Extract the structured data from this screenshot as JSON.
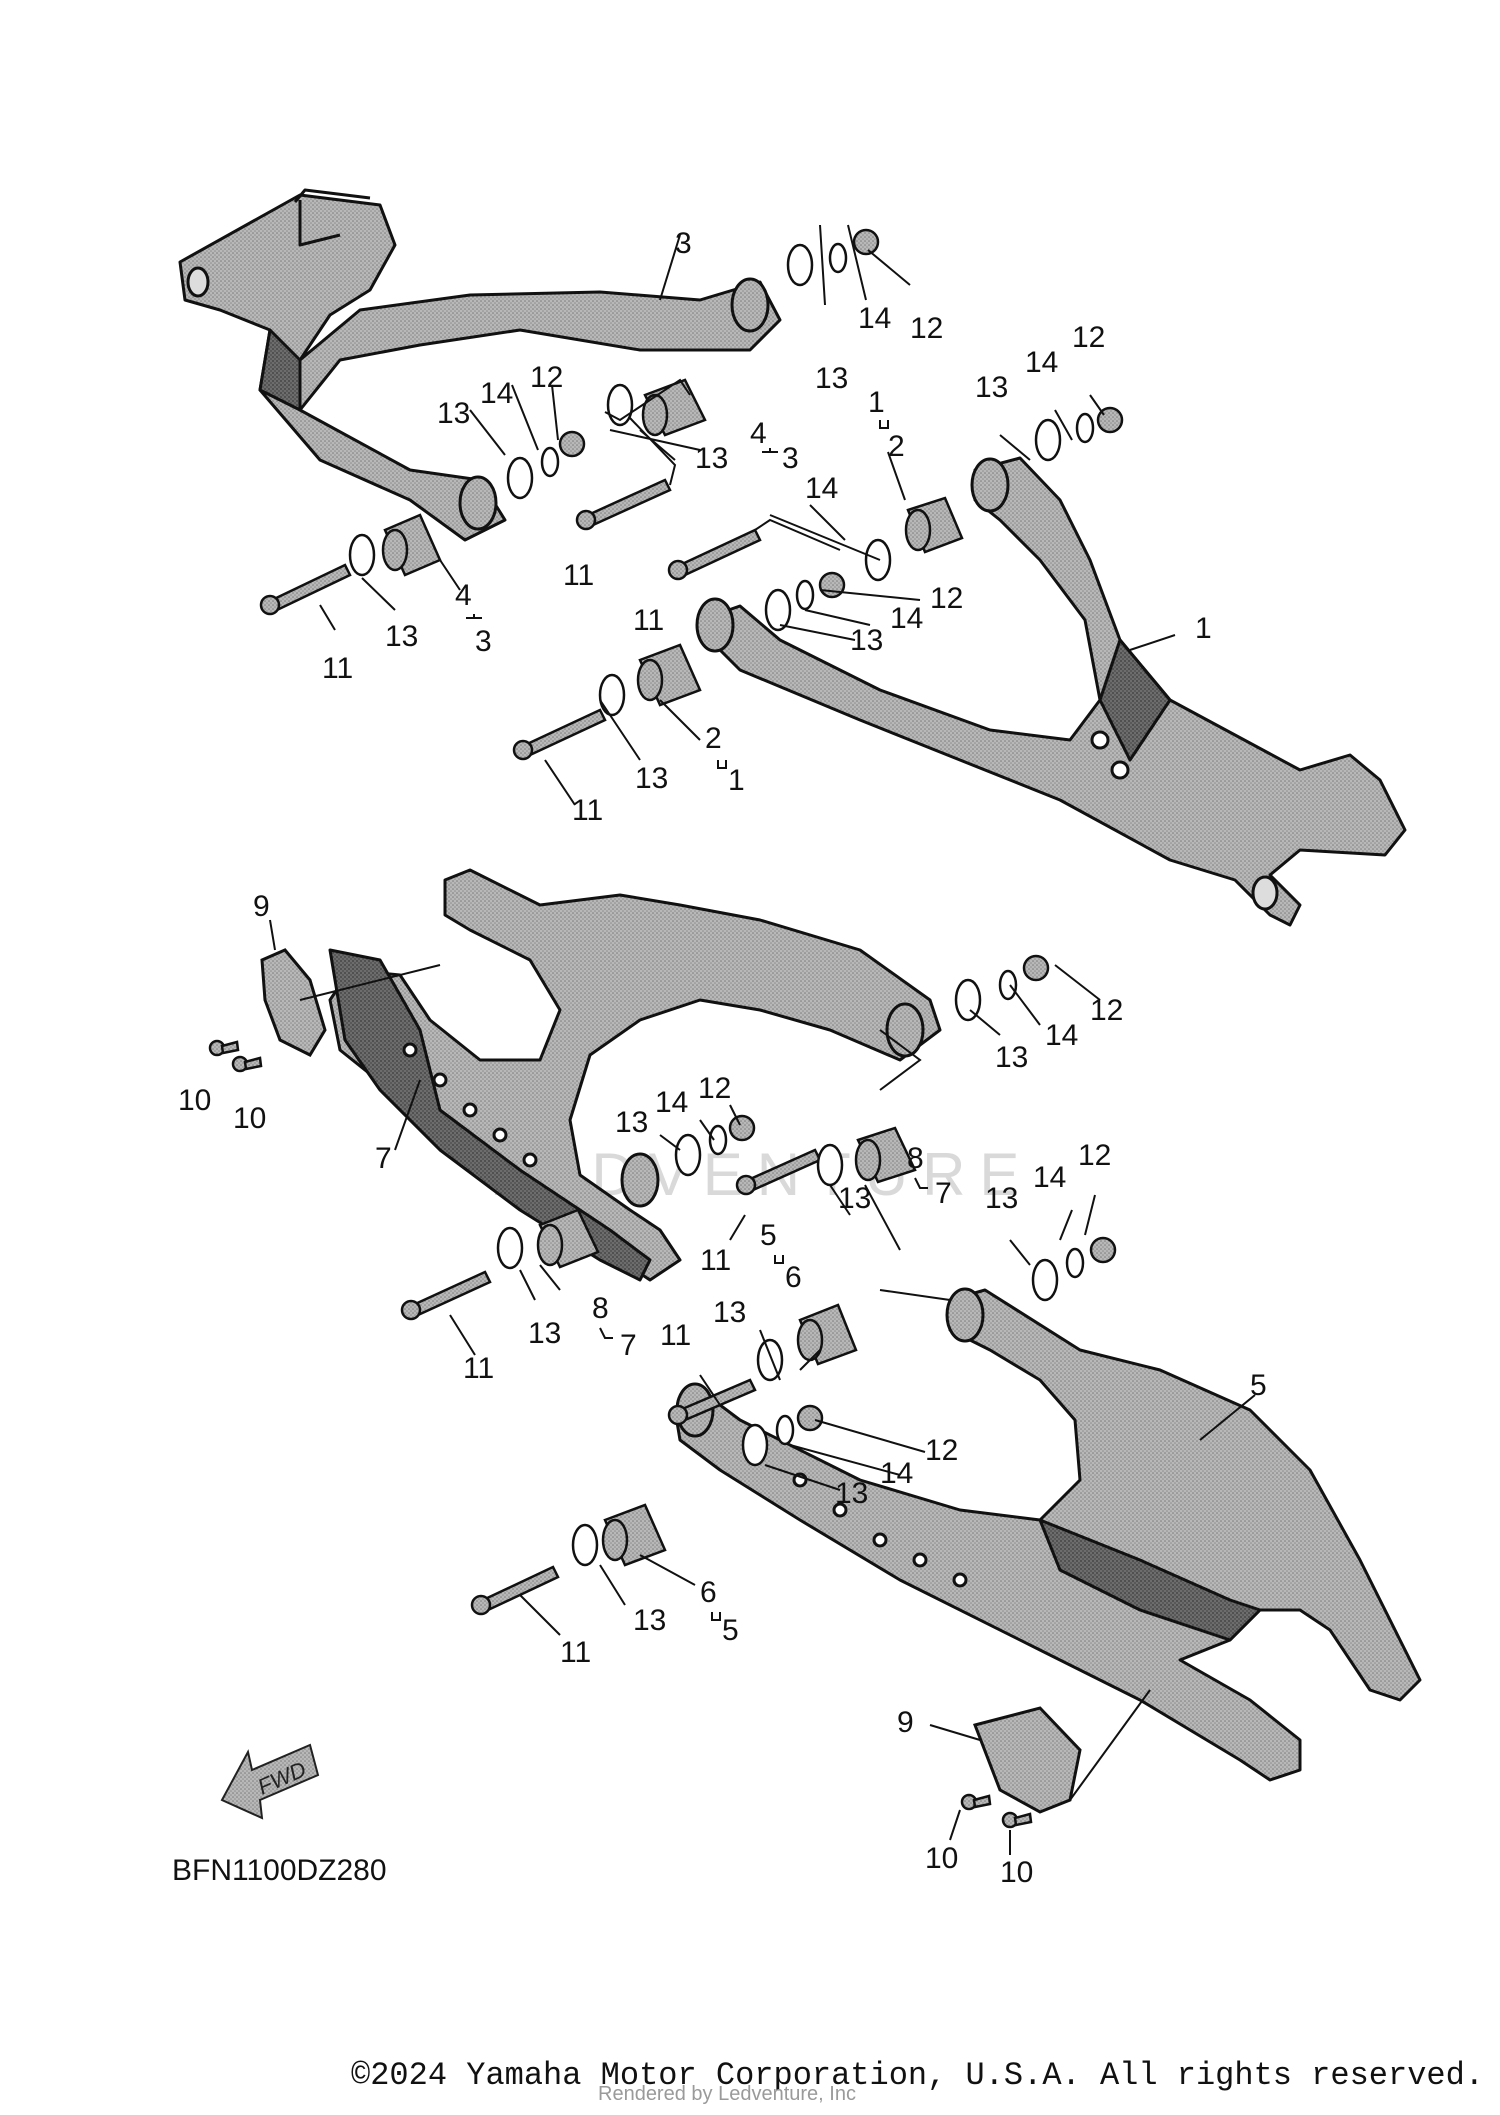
{
  "diagram": {
    "reference_code": "BFN1100DZ280",
    "fwd_label": "FWD",
    "watermark": "LEDVENTURE",
    "callouts": [
      {
        "id": "c3-top",
        "text": "3"
      },
      {
        "id": "c12-a",
        "text": "12"
      },
      {
        "id": "c14-a",
        "text": "14"
      },
      {
        "id": "c13-a",
        "text": "13"
      },
      {
        "id": "c12-b",
        "text": "12"
      },
      {
        "id": "c14-b",
        "text": "14"
      },
      {
        "id": "c13-b",
        "text": "13"
      },
      {
        "id": "c4-a",
        "text": "4"
      },
      {
        "id": "c3-a",
        "text": "3"
      },
      {
        "id": "c13-c",
        "text": "13"
      },
      {
        "id": "c11-a",
        "text": "11"
      },
      {
        "id": "c4-b",
        "text": "4"
      },
      {
        "id": "c3-b",
        "text": "3"
      },
      {
        "id": "c13-d",
        "text": "13"
      },
      {
        "id": "c11-b",
        "text": "11"
      },
      {
        "id": "c12-c",
        "text": "12"
      },
      {
        "id": "c14-c",
        "text": "14"
      },
      {
        "id": "c13-e",
        "text": "13"
      },
      {
        "id": "c1-a",
        "text": "1"
      },
      {
        "id": "c2-a",
        "text": "2"
      },
      {
        "id": "c14-d",
        "text": "14"
      },
      {
        "id": "c11-c",
        "text": "11"
      },
      {
        "id": "c12-d",
        "text": "12"
      },
      {
        "id": "c14-e",
        "text": "14"
      },
      {
        "id": "c13-f",
        "text": "13"
      },
      {
        "id": "c1-main",
        "text": "1"
      },
      {
        "id": "c2-b",
        "text": "2"
      },
      {
        "id": "c1-b",
        "text": "1"
      },
      {
        "id": "c13-g",
        "text": "13"
      },
      {
        "id": "c11-d",
        "text": "11"
      },
      {
        "id": "c9-a",
        "text": "9"
      },
      {
        "id": "c10-a",
        "text": "10"
      },
      {
        "id": "c10-b",
        "text": "10"
      },
      {
        "id": "c7-main",
        "text": "7"
      },
      {
        "id": "c12-e",
        "text": "12"
      },
      {
        "id": "c14-f",
        "text": "14"
      },
      {
        "id": "c13-h",
        "text": "13"
      },
      {
        "id": "c12-f",
        "text": "12"
      },
      {
        "id": "c14-g",
        "text": "14"
      },
      {
        "id": "c13-i",
        "text": "13"
      },
      {
        "id": "c8-a",
        "text": "8"
      },
      {
        "id": "c7-a",
        "text": "7"
      },
      {
        "id": "c13-j",
        "text": "13"
      },
      {
        "id": "c11-e",
        "text": "11"
      },
      {
        "id": "c12-g",
        "text": "12"
      },
      {
        "id": "c14-h",
        "text": "14"
      },
      {
        "id": "c13-k",
        "text": "13"
      },
      {
        "id": "c5-a",
        "text": "5"
      },
      {
        "id": "c6-a",
        "text": "6"
      },
      {
        "id": "c13-l",
        "text": "13"
      },
      {
        "id": "c8-b",
        "text": "8"
      },
      {
        "id": "c7-b",
        "text": "7"
      },
      {
        "id": "c11-f",
        "text": "11"
      },
      {
        "id": "c11-g",
        "text": "11"
      },
      {
        "id": "c13-m",
        "text": "13"
      },
      {
        "id": "c5-main",
        "text": "5"
      },
      {
        "id": "c12-h",
        "text": "12"
      },
      {
        "id": "c14-i",
        "text": "14"
      },
      {
        "id": "c13-n",
        "text": "13"
      },
      {
        "id": "c6-b",
        "text": "6"
      },
      {
        "id": "c5-b",
        "text": "5"
      },
      {
        "id": "c13-o",
        "text": "13"
      },
      {
        "id": "c11-h",
        "text": "11"
      },
      {
        "id": "c9-b",
        "text": "9"
      },
      {
        "id": "c10-c",
        "text": "10"
      },
      {
        "id": "c10-d",
        "text": "10"
      }
    ]
  },
  "footer": {
    "copyright": "©2024 Yamaha Motor Corporation, U.S.A. All rights reserved.",
    "rendered_by": "Rendered by Ledventure, Inc"
  }
}
